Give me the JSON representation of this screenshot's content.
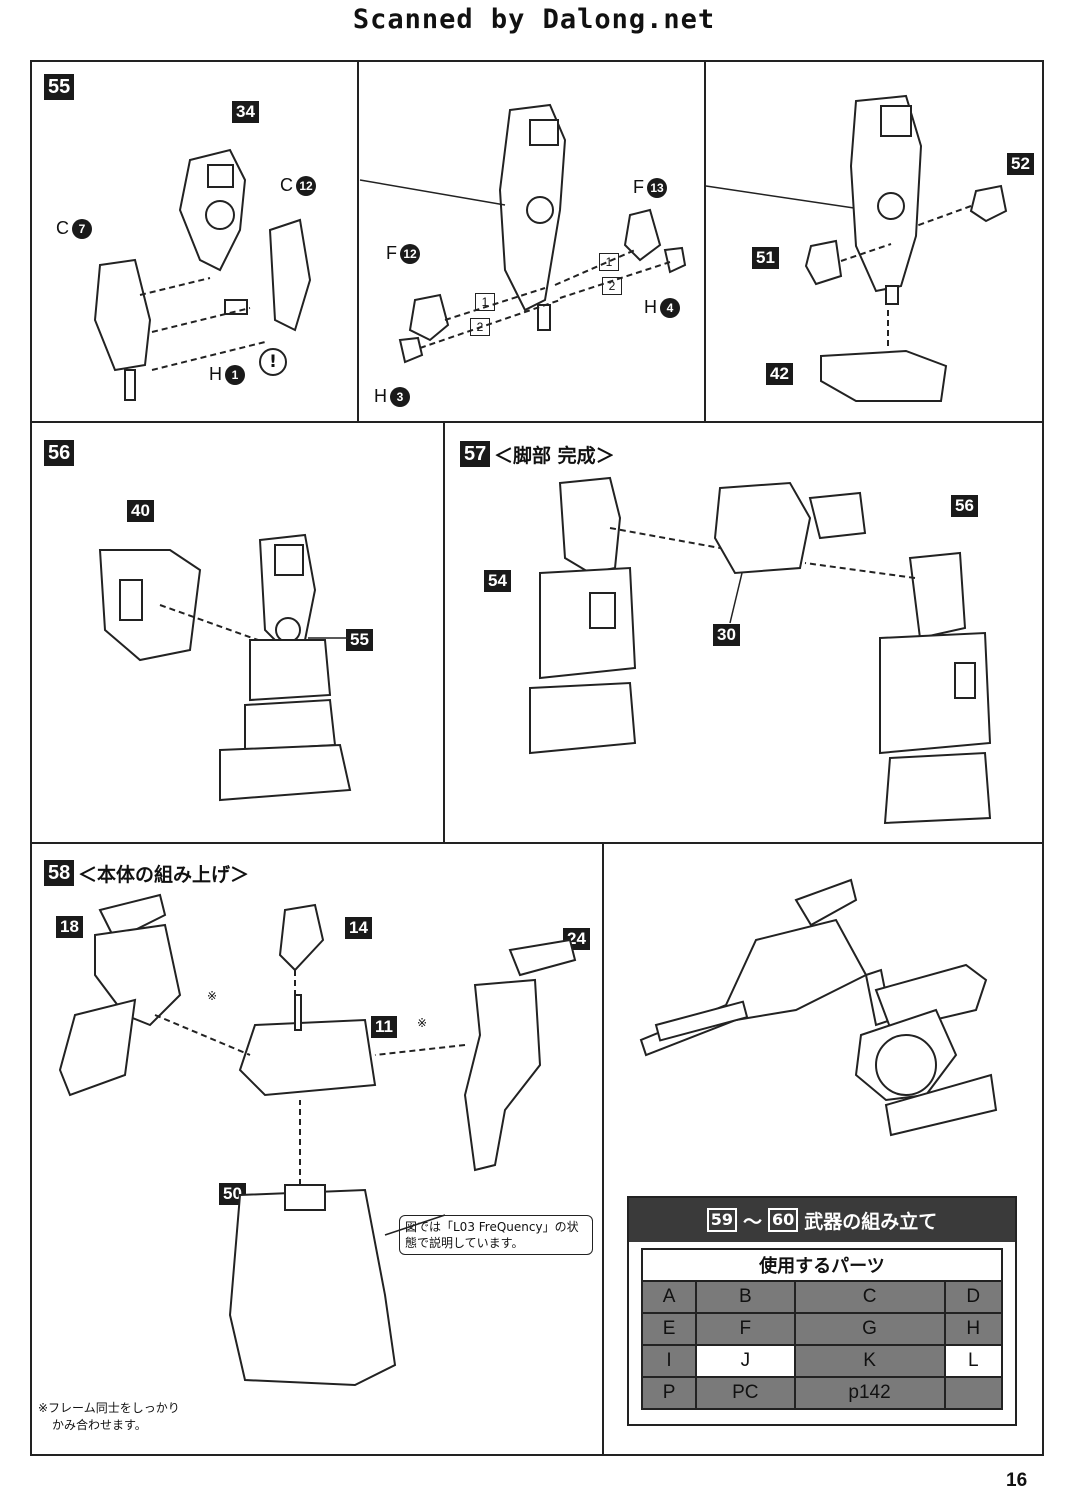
{
  "header": {
    "scan_credit": "Scanned by Dalong.net"
  },
  "page_number": "16",
  "step55": {
    "badge": "55",
    "parts": {
      "p34": "34",
      "p52": "52",
      "p51": "51",
      "p42": "42"
    },
    "runners": {
      "c7": {
        "letter": "C",
        "num": "7"
      },
      "c12": {
        "letter": "C",
        "num": "12"
      },
      "h1": {
        "letter": "H",
        "num": "1"
      },
      "f12": {
        "letter": "F",
        "num": "12"
      },
      "f13": {
        "letter": "F",
        "num": "13"
      },
      "h3": {
        "letter": "H",
        "num": "3"
      },
      "h4": {
        "letter": "H",
        "num": "4"
      }
    },
    "order": {
      "one": "1",
      "two": "2"
    },
    "caution": "!"
  },
  "step56": {
    "badge": "56",
    "parts": {
      "p40": "40",
      "p55": "55"
    }
  },
  "step57": {
    "badge": "57",
    "title": "＜脚部 完成＞",
    "parts": {
      "p54": "54",
      "p30": "30",
      "p56": "56"
    }
  },
  "step58": {
    "badge": "58",
    "title": "＜本体の組み上げ＞",
    "parts": {
      "p18": "18",
      "p14": "14",
      "p11": "11",
      "p24": "24",
      "p50": "50"
    },
    "mark": "※",
    "callout": "図では「L03 FreQuency」の状態で説明しています。",
    "footnote_line1": "※フレーム同士をしっかり",
    "footnote_line2": "かみ合わせます。"
  },
  "weapons": {
    "header_from": "59",
    "header_sep": "～",
    "header_to": "60",
    "header_text": "武器の組み立て",
    "subheader": "使用するパーツ",
    "rows": [
      [
        {
          "label": "A",
          "used": false
        },
        {
          "label": "B",
          "used": false
        },
        {
          "label": "C",
          "used": false
        },
        {
          "label": "D",
          "used": false
        }
      ],
      [
        {
          "label": "E",
          "used": false
        },
        {
          "label": "F",
          "used": false
        },
        {
          "label": "G",
          "used": false
        },
        {
          "label": "H",
          "used": false
        }
      ],
      [
        {
          "label": "I",
          "used": false
        },
        {
          "label": "J",
          "used": true
        },
        {
          "label": "K",
          "used": false
        },
        {
          "label": "L",
          "used": true
        }
      ],
      [
        {
          "label": "P",
          "used": false
        },
        {
          "label": "PC",
          "used": false
        },
        {
          "label": "p142",
          "used": false
        },
        {
          "label": "",
          "used": false
        }
      ]
    ]
  }
}
